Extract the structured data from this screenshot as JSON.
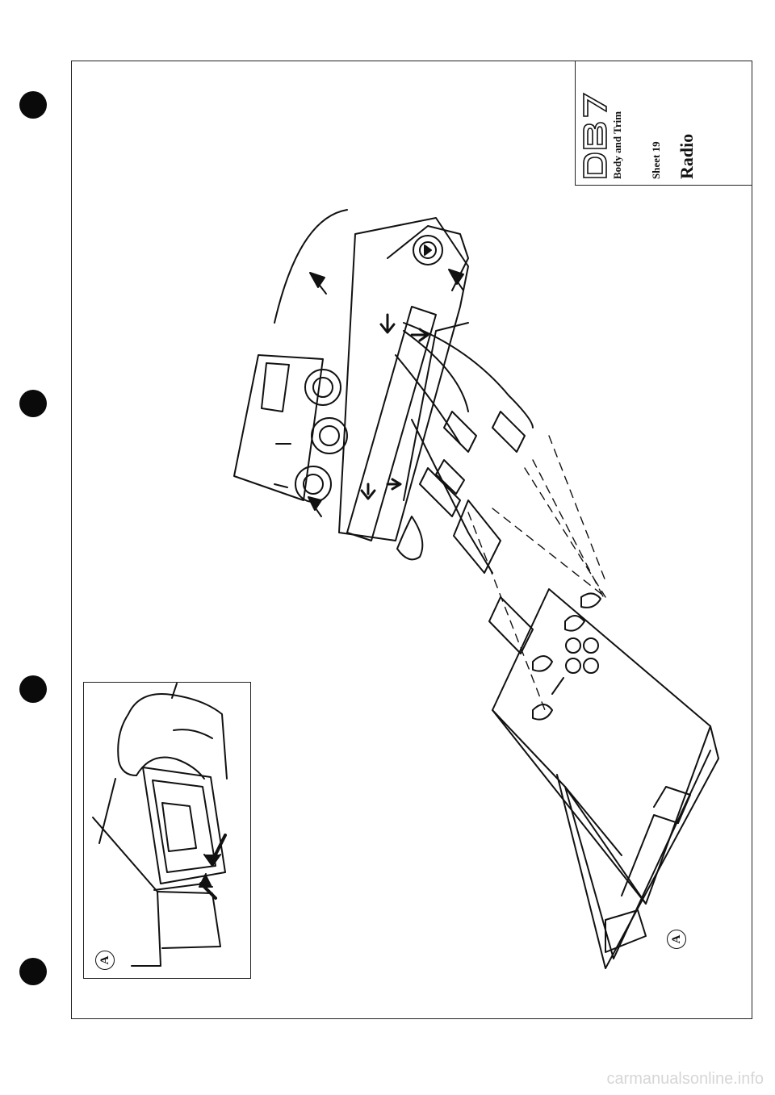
{
  "title_block": {
    "logo": "DB7",
    "section": "Body and Trim",
    "sheet": "Sheet 19",
    "subject": "Radio"
  },
  "callouts": {
    "inset_label": "A",
    "main_label": "A"
  },
  "watermark": "carmanualsonline.info",
  "icons": {
    "binder_hole": "filled-circle",
    "arrow": "arrowhead"
  }
}
